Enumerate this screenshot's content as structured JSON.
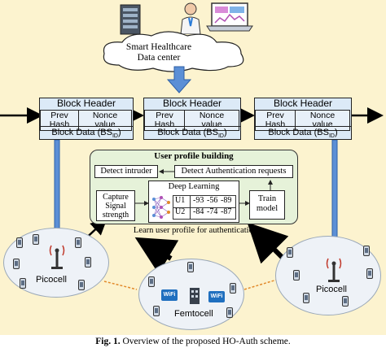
{
  "datacenter": {
    "label_line1": "Smart Healthcare",
    "label_line2": "Data center"
  },
  "blocks": [
    {
      "header": "Block Header",
      "prev": "Prev\nHash",
      "nonce": "Nonce\nvalue",
      "data": "Block Data (BS"
    },
    {
      "header": "Block Header",
      "prev": "Prev\nHash",
      "nonce": "Nonce\nvalue",
      "data": "Block Data (BS"
    },
    {
      "header": "Block Header",
      "prev": "Prev\nHash",
      "nonce": "Nonce\nvalue",
      "data": "Block Data (BS"
    }
  ],
  "block_subscript": "ID",
  "block_data_close": ")",
  "profile": {
    "title": "User profile building",
    "detect_intruder": "Detect intruder",
    "detect_auth": "Detect Authentication  requests",
    "capture": "Capture\nSignal\nstrength",
    "deep_learning": "Deep Learning",
    "train": "Train\nmodel",
    "table": [
      {
        "user": "U1",
        "values": [
          "-93",
          "-56",
          "-89"
        ]
      },
      {
        "user": "U2",
        "values": [
          "-84",
          "-74",
          "-87"
        ]
      }
    ]
  },
  "learn_label": "Learn user profile for authentication",
  "picocell_left": "Picocell",
  "picocell_right": "Picocell",
  "femtocell": "Femtocell",
  "wifi_text": "WiFi",
  "caption_bold": "Fig. 1.",
  "caption_text": " Overview of the proposed HO-Auth scheme.",
  "colors": {
    "panel": "#fcf3cf",
    "block": "#dceaf7",
    "profile_bg": "#e6f2d9",
    "arrow_blue": "#5b8fd6",
    "orange": "#e28a2b"
  }
}
